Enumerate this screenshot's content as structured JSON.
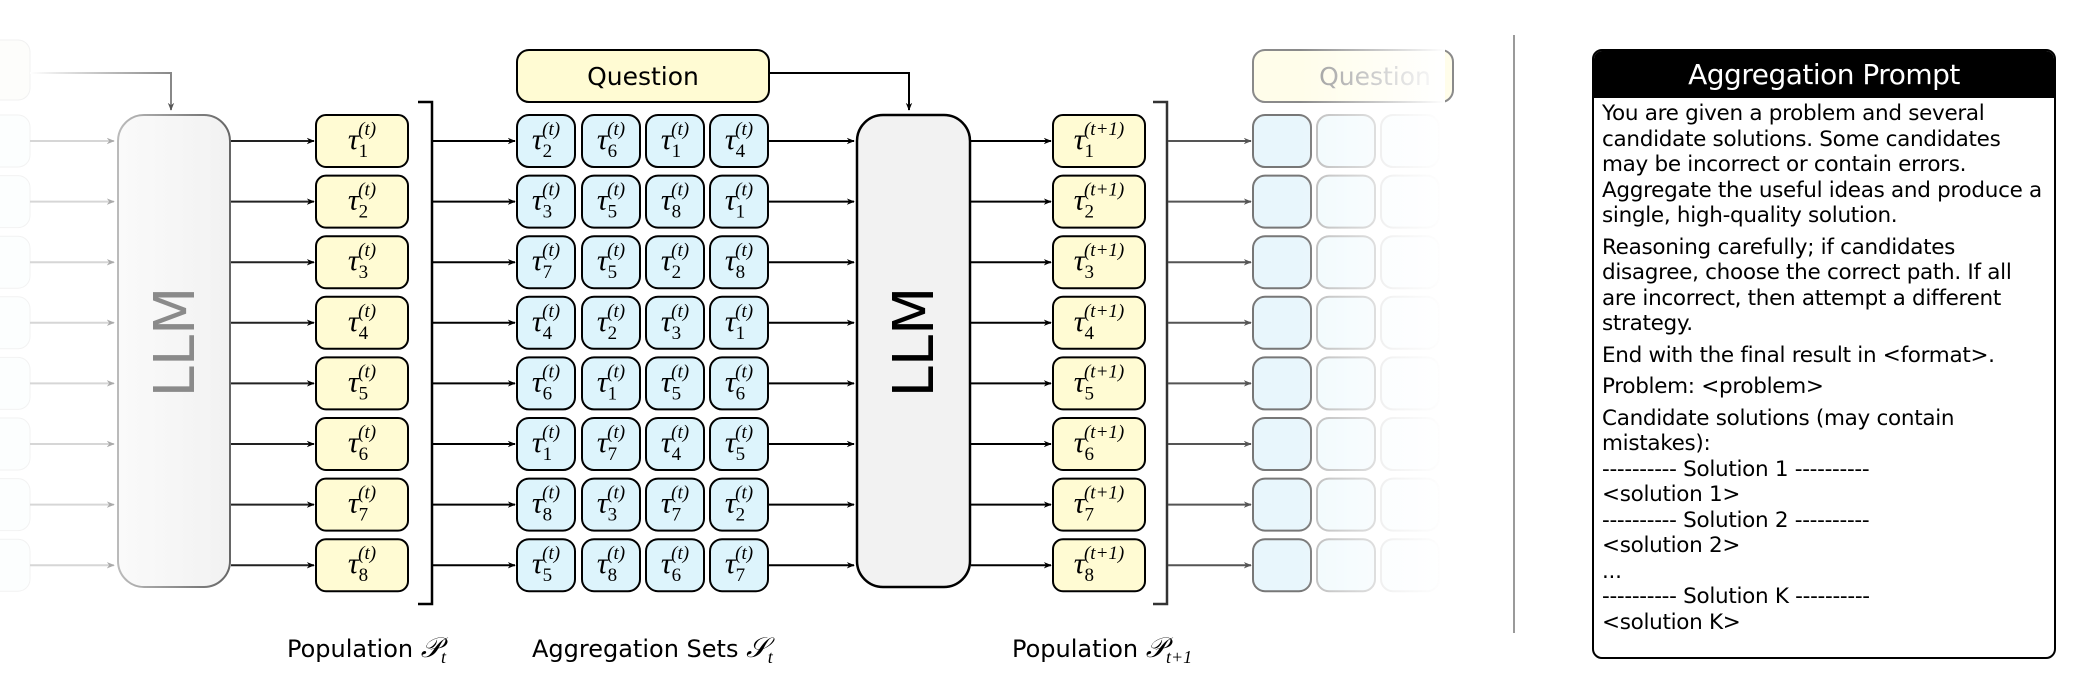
{
  "diagram": {
    "llm_label": "LLM",
    "question_label": "Question",
    "population_t": {
      "caption": "Population",
      "symbol": "𝒫",
      "subscript": "t",
      "items": [
        {
          "base": "τ",
          "sub": "1",
          "sup": "(t)"
        },
        {
          "base": "τ",
          "sub": "2",
          "sup": "(t)"
        },
        {
          "base": "τ",
          "sub": "3",
          "sup": "(t)"
        },
        {
          "base": "τ",
          "sub": "4",
          "sup": "(t)"
        },
        {
          "base": "τ",
          "sub": "5",
          "sup": "(t)"
        },
        {
          "base": "τ",
          "sub": "6",
          "sup": "(t)"
        },
        {
          "base": "τ",
          "sub": "7",
          "sup": "(t)"
        },
        {
          "base": "τ",
          "sub": "8",
          "sup": "(t)"
        }
      ]
    },
    "aggregation_sets": {
      "caption": "Aggregation Sets",
      "symbol": "𝒮",
      "subscript": "t",
      "sup": "(t)",
      "rows": [
        [
          "2",
          "6",
          "1",
          "4"
        ],
        [
          "3",
          "5",
          "8",
          "1"
        ],
        [
          "7",
          "5",
          "2",
          "8"
        ],
        [
          "4",
          "2",
          "3",
          "1"
        ],
        [
          "6",
          "1",
          "5",
          "6"
        ],
        [
          "1",
          "7",
          "4",
          "5"
        ],
        [
          "8",
          "3",
          "7",
          "2"
        ],
        [
          "5",
          "8",
          "6",
          "7"
        ]
      ]
    },
    "population_t1": {
      "caption": "Population",
      "symbol": "𝒫",
      "subscript": "t+1",
      "items": [
        {
          "base": "τ",
          "sub": "1",
          "sup": "(t+1)"
        },
        {
          "base": "τ",
          "sub": "2",
          "sup": "(t+1)"
        },
        {
          "base": "τ",
          "sub": "3",
          "sup": "(t+1)"
        },
        {
          "base": "τ",
          "sub": "4",
          "sup": "(t+1)"
        },
        {
          "base": "τ",
          "sub": "5",
          "sup": "(t+1)"
        },
        {
          "base": "τ",
          "sub": "6",
          "sup": "(t+1)"
        },
        {
          "base": "τ",
          "sub": "7",
          "sup": "(t+1)"
        },
        {
          "base": "τ",
          "sub": "8",
          "sup": "(t+1)"
        }
      ]
    },
    "colors": {
      "population_fill": "#fffbd3",
      "set_fill": "#ddf4fc",
      "llm_fill": "#f2f2f2",
      "stroke": "#000000"
    }
  },
  "prompt": {
    "title": "Aggregation Prompt",
    "paragraphs": [
      "You are given a problem and several candidate solutions. Some candidates may be incorrect or contain errors. Aggregate the useful ideas and produce a single, high-quality solution.",
      "Reasoning carefully; if candidates disagree, choose the correct path. If all are incorrect, then attempt a different strategy.",
      "End with the final result in <format>.",
      "Problem: <problem>",
      "Candidate solutions (may contain mistakes):"
    ],
    "solution_lines": [
      "---------- Solution 1 ----------",
      "<solution 1>",
      "---------- Solution 2 ----------",
      "<solution 2>",
      "...",
      "---------- Solution K ----------",
      "<solution K>"
    ]
  }
}
